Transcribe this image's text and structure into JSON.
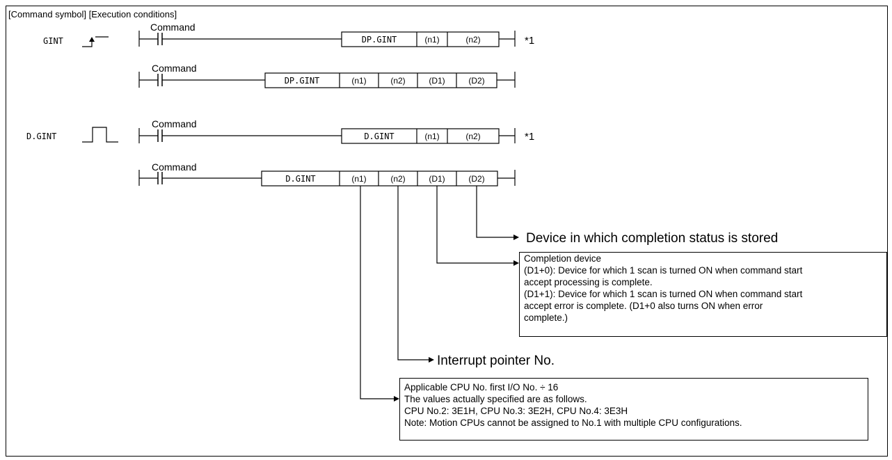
{
  "header": "[Command symbol] [Execution conditions]",
  "command_label": "Command",
  "footnote_marker": "*1",
  "rows": [
    {
      "symbol": "GINT",
      "instruction": "DP.GINT",
      "operands": [
        "(n1)",
        "(n2)"
      ],
      "footnote": true
    },
    {
      "symbol": "",
      "instruction": "DP.GINT",
      "operands": [
        "(n1)",
        "(n2)",
        "(D1)",
        "(D2)"
      ],
      "footnote": false
    },
    {
      "symbol": "D.GINT",
      "instruction": "D.GINT",
      "operands": [
        "(n1)",
        "(n2)"
      ],
      "footnote": true
    },
    {
      "symbol": "",
      "instruction": "D.GINT",
      "operands": [
        "(n1)",
        "(n2)",
        "(D1)",
        "(D2)"
      ],
      "footnote": false
    }
  ],
  "annotations": {
    "d2": "Device in which completion status is stored",
    "d1": [
      "Completion device",
      "(D1+0): Device for which 1 scan is turned ON when command start",
      "accept processing is complete.",
      "(D1+1): Device for which 1 scan is turned ON when command start",
      "accept error is complete. (D1+0 also turns ON when error",
      "complete.)"
    ],
    "n2": "Interrupt pointer No.",
    "n1": [
      "Applicable CPU No. first I/O No. ÷ 16",
      "The values actually specified are as follows.",
      "CPU No.2: 3E1H, CPU No.3: 3E2H, CPU No.4: 3E3H",
      "Note: Motion CPUs cannot be assigned to No.1 with multiple CPU configurations."
    ]
  }
}
